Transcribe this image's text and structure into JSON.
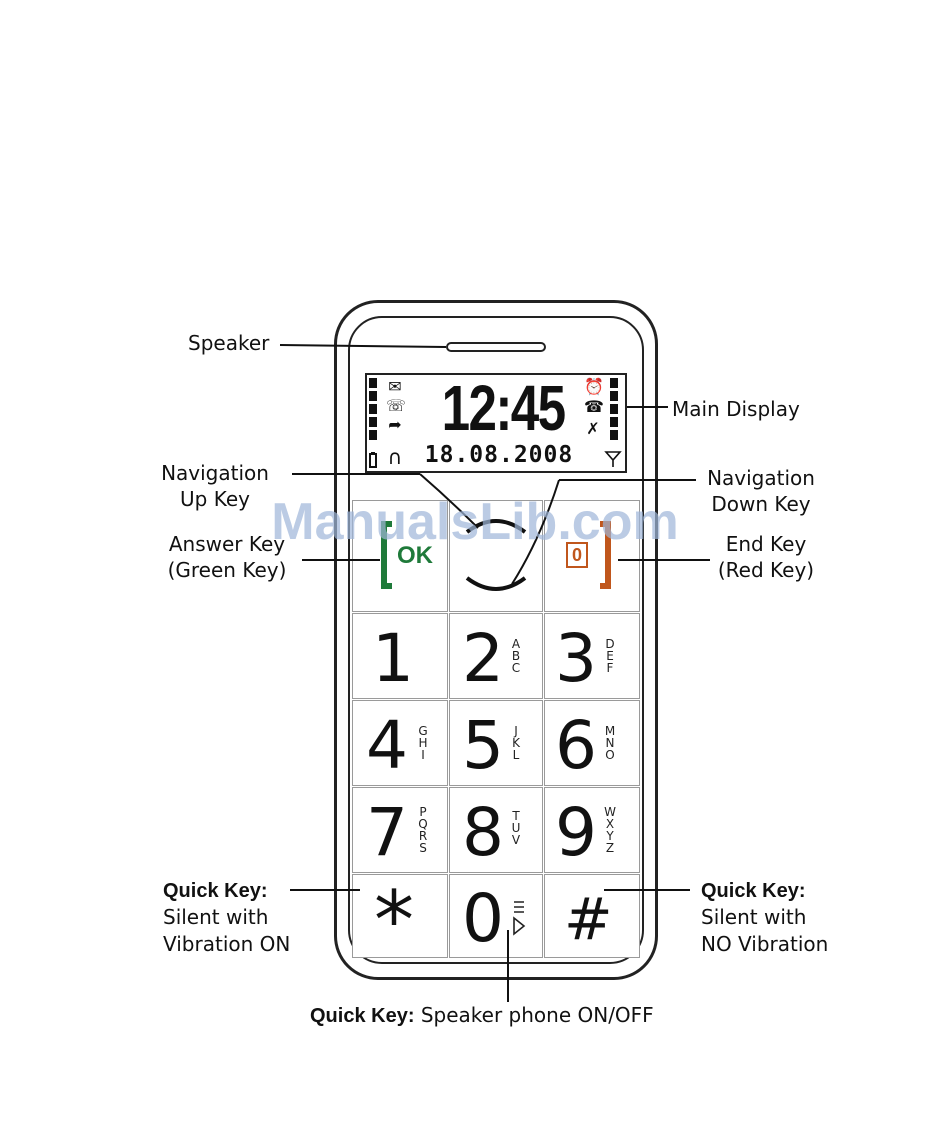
{
  "labels": {
    "speaker": "Speaker",
    "main_display": "Main Display",
    "nav_up_1": "Navigation",
    "nav_up_2": "Up Key",
    "nav_down_1": "Navigation",
    "nav_down_2": "Down Key",
    "answer_1": "Answer Key",
    "answer_2": "(Green Key)",
    "end_1": "End Key",
    "end_2": "(Red Key)",
    "quick_left_title": "Quick Key:",
    "quick_left_1": "Silent with",
    "quick_left_2": "Vibration ON",
    "quick_right_title": "Quick Key:",
    "quick_right_1": "Silent with",
    "quick_right_2": "NO Vibration",
    "quick_bottom_title": "Quick Key:",
    "quick_bottom_text": " Speaker phone ON/OFF"
  },
  "display": {
    "time": "12:45",
    "date": "18.08.2008"
  },
  "keys": {
    "ok": "OK",
    "end_glyph": "0",
    "k1": "1",
    "k2": "2",
    "k2l": [
      "A",
      "B",
      "C"
    ],
    "k3": "3",
    "k3l": [
      "D",
      "E",
      "F"
    ],
    "k4": "4",
    "k4l": [
      "G",
      "H",
      "I"
    ],
    "k5": "5",
    "k5l": [
      "J",
      "K",
      "L"
    ],
    "k6": "6",
    "k6l": [
      "M",
      "N",
      "O"
    ],
    "k7": "7",
    "k7l": [
      "P",
      "Q",
      "R",
      "S"
    ],
    "k8": "8",
    "k8l": [
      "T",
      "U",
      "V"
    ],
    "k9": "9",
    "k9l": [
      "W",
      "X",
      "Y",
      "Z"
    ],
    "kstar": "*",
    "k0": "0",
    "khash": "#"
  },
  "watermark": "ManualsLib.com",
  "colors": {
    "green": "#1f7a3a",
    "orange": "#c0561c",
    "watermark": "#9fb6d9"
  },
  "icons": [
    "envelope-icon",
    "missed-call-icon",
    "call-forward-icon",
    "battery-icon",
    "headset-icon",
    "alarm-icon",
    "divert-icon",
    "mute-icon",
    "signal-icon",
    "antenna-icon",
    "speaker-mode-icon"
  ]
}
